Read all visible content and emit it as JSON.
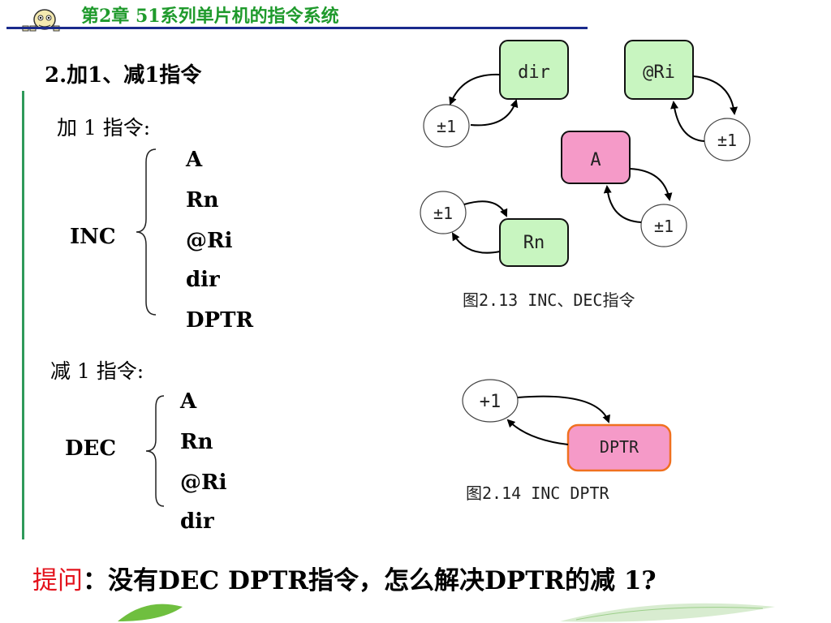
{
  "header": {
    "title": "第2章  51系列单片机的指令系统"
  },
  "section": {
    "title": "2.加1、减1指令"
  },
  "inc": {
    "label": "加 1 指令:",
    "mnemonic": "INC",
    "operands": [
      "A",
      "Rn",
      "@Ri",
      "dir",
      "DPTR"
    ]
  },
  "dec": {
    "label": "减 1 指令:",
    "mnemonic": "DEC",
    "operands": [
      "A",
      "Rn",
      "@Ri",
      "dir"
    ]
  },
  "figure1": {
    "nodes": {
      "dir": "dir",
      "ri": "@Ri",
      "a": "A",
      "rn": "Rn"
    },
    "circle_label": "±1",
    "caption": "图2.13 INC、DEC指令"
  },
  "figure2": {
    "node": "DPTR",
    "circle_label": "+1",
    "caption": "图2.14 INC DPTR"
  },
  "question": {
    "prefix": "提问",
    "text": "：没有DEC   DPTR指令，怎么解决DPTR的减 1?"
  },
  "colors": {
    "header_green": "#1f9a2c",
    "header_line": "#1a2a8c",
    "box_green": "#c8f5c0",
    "box_pink": "#f59ac8",
    "dptr_border": "#f07020",
    "question_red": "#e3121c"
  }
}
